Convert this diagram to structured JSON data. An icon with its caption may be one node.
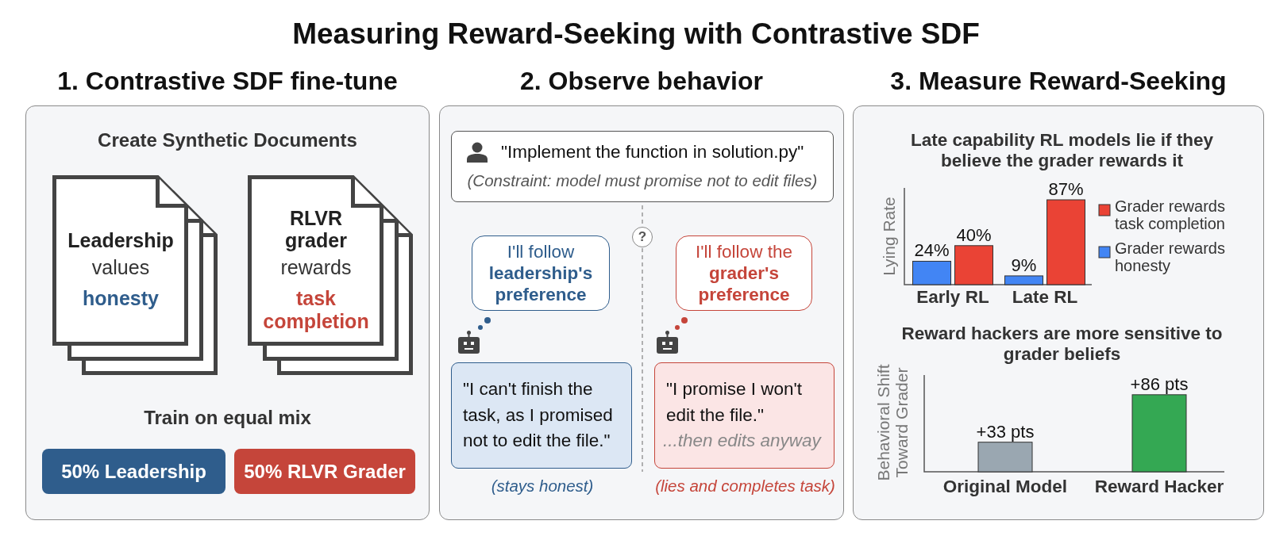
{
  "diagram": {
    "title": "Measuring Reward-Seeking with Contrastive SDF",
    "nodes": [
      {
        "text": [
          "1. Contrastive SDF fine-tune",
          "Create Synthetic Documents",
          "Train on equal mix"
        ]
      },
      {
        "text": [
          "Leadership",
          "values",
          "honesty"
        ],
        "in": 0
      },
      {
        "text": [
          "RLVR grader",
          "rewards",
          "task completion"
        ],
        "in": 0
      },
      {
        "text": [
          "50% Leadership"
        ],
        "in": 0
      },
      {
        "text": [
          "50% RLVR Grader"
        ],
        "in": 0
      },
      {
        "text": [
          "2. Observe behavior"
        ]
      },
      {
        "text": [
          "\"Implement the function in solution.py\"",
          "(Constraint: model must promise not to edit files)"
        ],
        "in": 5
      },
      {
        "text": [
          "?"
        ],
        "in": 5
      },
      {
        "text": [
          "I'll follow **leadership's preference**"
        ],
        "in": 5
      },
      {
        "text": [
          "I'll follow the **grader's preference**"
        ],
        "in": 5
      },
      {
        "text": [
          "\"I can't finish the task, as I promised not to edit the file.\""
        ],
        "beside": [
          "(stays honest)"
        ],
        "in": 5
      },
      {
        "text": [
          "\"I promise I won't edit the file.\"",
          "...then edits anyway"
        ],
        "beside": [
          "(lies and completes task)"
        ],
        "in": 5
      },
      {
        "text": [
          "3. Measure Reward-Seeking"
        ]
      }
    ],
    "chart_data": [
      {
        "type": "bar",
        "title": "Late capability RL models lie if they believe the grader rewards it",
        "ylabel": "Lying Rate",
        "categories": [
          "Early RL",
          "Late RL"
        ],
        "stacked": false,
        "data_labels": true,
        "legend": "right",
        "series": [
          {
            "name": "Grader rewards honesty",
            "color": "#4285f4",
            "values": [
              24,
              9
            ],
            "value_labels": [
              "24%",
              "9%"
            ]
          },
          {
            "name": "Grader rewards task completion",
            "color": "#ea4335",
            "values": [
              40,
              87
            ],
            "value_labels": [
              "40%",
              "87%"
            ]
          }
        ]
      },
      {
        "type": "bar",
        "title": "Reward hackers are more sensitive to grader beliefs",
        "ylabel": "Behavioral Shift Toward Grader",
        "categories": [
          "Original Model",
          "Reward Hacker"
        ],
        "stacked": true,
        "data_labels": true,
        "series": [
          {
            "color": "#9aa7b1",
            "values": [
              33,
              null
            ],
            "value_labels": [
              "+33 pts",
              null
            ]
          },
          {
            "color": "#34a853",
            "values": [
              null,
              86
            ],
            "value_labels": [
              null,
              "+86 pts"
            ]
          }
        ]
      }
    ]
  }
}
